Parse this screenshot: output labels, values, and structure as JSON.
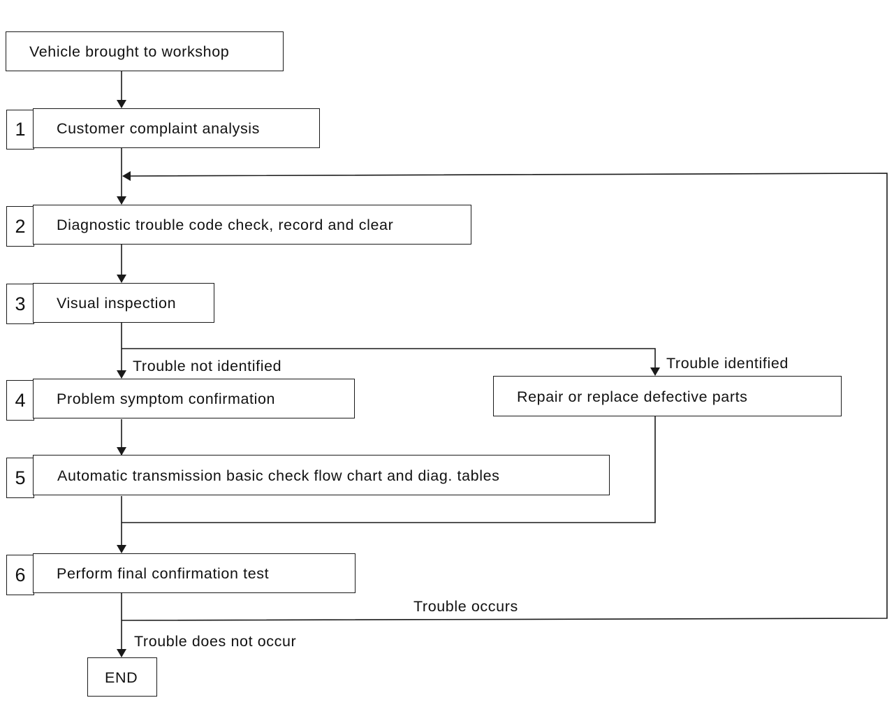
{
  "start": "Vehicle brought to workshop",
  "steps": [
    {
      "number": "1",
      "text": "Customer complaint analysis"
    },
    {
      "number": "2",
      "text": "Diagnostic trouble code check, record and clear"
    },
    {
      "number": "3",
      "text": "Visual inspection"
    },
    {
      "number": "4",
      "text": "Problem symptom confirmation"
    },
    {
      "number": "5",
      "text": "Automatic transmission basic check flow chart and diag. tables"
    },
    {
      "number": "6",
      "text": "Perform final confirmation test"
    }
  ],
  "repair": "Repair or replace defective parts",
  "end": "END",
  "flow_labels": {
    "not_identified": "Trouble not identified",
    "identified": "Trouble identified",
    "occurs": "Trouble occurs",
    "does_not_occur": "Trouble does not occur"
  }
}
